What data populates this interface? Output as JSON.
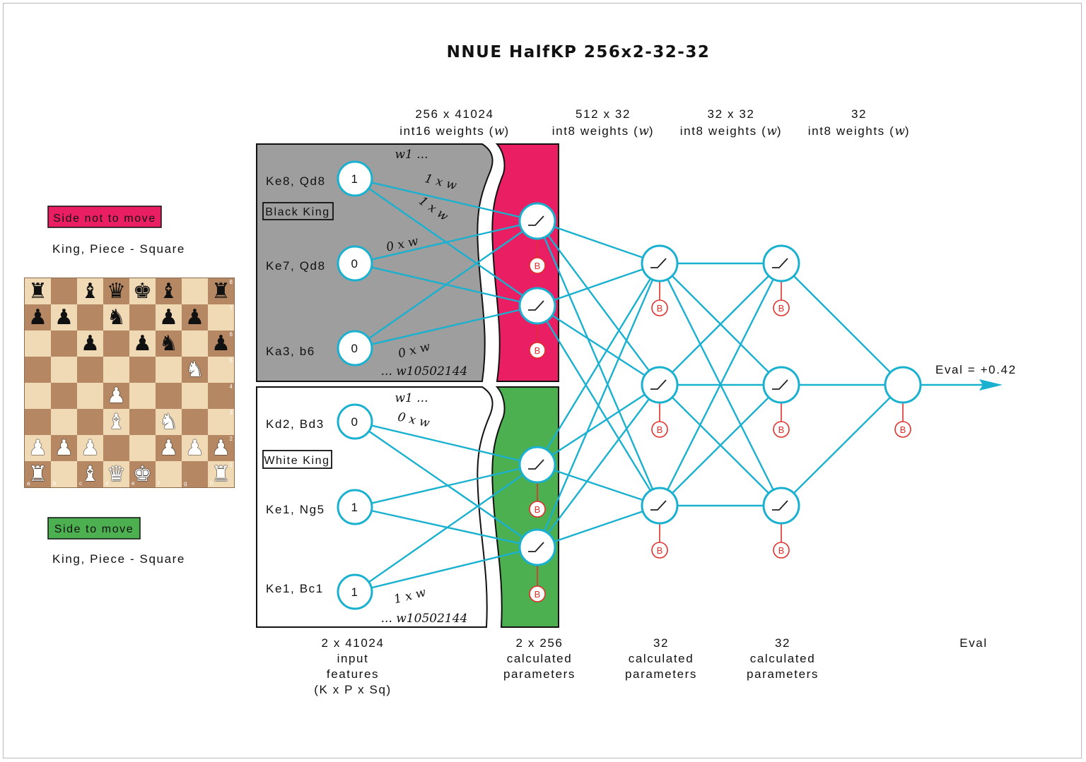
{
  "title": "NNUE HalfKP 256x2-32-32",
  "weight_headers": [
    {
      "line1": "256 x 41024",
      "line2": "int16 weights (",
      "sym": "w",
      "close": ")"
    },
    {
      "line1": "512 x 32",
      "line2": "int8 weights (",
      "sym": "w",
      "close": ")"
    },
    {
      "line1": "32 x 32",
      "line2": "int8 weights (",
      "sym": "w",
      "close": ")"
    },
    {
      "line1": "32",
      "line2": "int8 weights (",
      "sym": "w",
      "close": ")"
    }
  ],
  "side_not_to_move": {
    "label": "Side not to move",
    "subtitle": "King, Piece - Square",
    "color": "#e91e63"
  },
  "side_to_move": {
    "label": "Side to move",
    "subtitle": "King, Piece - Square",
    "color": "#4caf50"
  },
  "black_panel": {
    "king_label": "Black King",
    "w_top": "w1 ...",
    "w_bottom": "... w10502144",
    "features": [
      {
        "name": "Ke8, Qd8",
        "value": "1"
      },
      {
        "name": "Ke7, Qd8",
        "value": "0"
      },
      {
        "name": "Ka3, b6",
        "value": "0"
      }
    ],
    "weight_labels": [
      "1 x w",
      "1 x w",
      "0 x w",
      "0 x w"
    ],
    "color": "#9e9e9e"
  },
  "white_panel": {
    "king_label": "White King",
    "w_top": "w1 ...",
    "w_bottom": "... w10502144",
    "features": [
      {
        "name": "Kd2, Bd3",
        "value": "0"
      },
      {
        "name": "Ke1, Ng5",
        "value": "1"
      },
      {
        "name": "Ke1, Bc1",
        "value": "1"
      }
    ],
    "weight_labels": [
      "0 x w",
      "1 x w"
    ]
  },
  "bias_label": "B",
  "eval_label": "Eval = +0.42",
  "bottom_labels": [
    [
      "2 x 41024",
      "input",
      "features",
      "(K x P x Sq)"
    ],
    [
      "2 x 256",
      "calculated",
      "parameters"
    ],
    [
      "32",
      "calculated",
      "parameters"
    ],
    [
      "32",
      "calculated",
      "parameters"
    ],
    [
      "Eval"
    ]
  ],
  "colors": {
    "connection": "#1ab0cf",
    "bias": "#e0302c",
    "accumulator_black": "#e91e63",
    "accumulator_white": "#4caf50"
  },
  "board": {
    "ranks": [
      "8",
      "7",
      "6",
      "5",
      "4",
      "3",
      "2",
      "1"
    ],
    "files": [
      "a",
      "b",
      "c",
      "d",
      "e",
      "f",
      "g",
      "h"
    ],
    "rows": [
      [
        "r",
        "",
        "b",
        "q",
        "k",
        "b",
        "",
        "r"
      ],
      [
        "p",
        "p",
        "",
        "n",
        "",
        "p",
        "p",
        ""
      ],
      [
        "",
        "",
        "p",
        "",
        "p",
        "n",
        "",
        "p"
      ],
      [
        "",
        "",
        "",
        "",
        "",
        "",
        "N",
        ""
      ],
      [
        "",
        "",
        "",
        "P",
        "",
        "",
        "",
        ""
      ],
      [
        "",
        "",
        "",
        "B",
        "",
        "N",
        "",
        ""
      ],
      [
        "P",
        "P",
        "P",
        "",
        "",
        "P",
        "P",
        "P"
      ],
      [
        "R",
        "",
        "B",
        "Q",
        "K",
        "",
        "",
        "R"
      ]
    ]
  }
}
